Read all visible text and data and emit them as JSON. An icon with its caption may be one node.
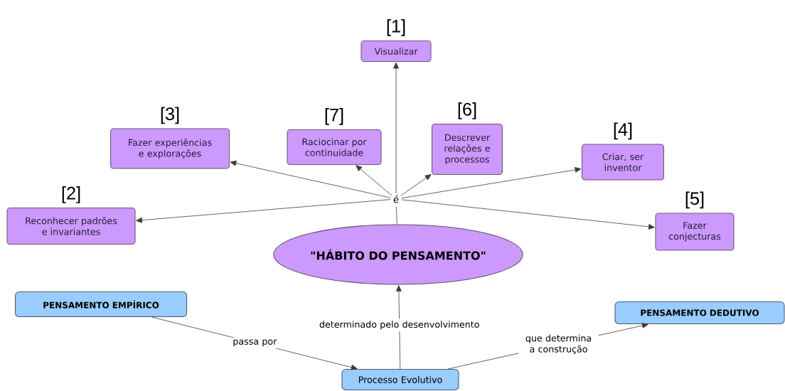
{
  "diagram": {
    "nodes": [
      {
        "text": [
          "Visualizar"
        ],
        "beside": [
          "[1]"
        ]
      },
      {
        "text": [
          "Fazer experiências e explorações"
        ],
        "beside": [
          "[3]"
        ]
      },
      {
        "text": [
          "Raciocinar por continuidade"
        ],
        "beside": [
          "[7]"
        ]
      },
      {
        "text": [
          "Descrever relações e processos"
        ],
        "beside": [
          "[6]"
        ]
      },
      {
        "text": [
          "Criar, ser inventor"
        ],
        "beside": [
          "[4]"
        ]
      },
      {
        "text": [
          "Reconhecer padrões e invariantes"
        ],
        "beside": [
          "[2]"
        ]
      },
      {
        "text": [
          "Fazer conjecturas"
        ],
        "beside": [
          "[5]"
        ]
      },
      {
        "text": [
          "é"
        ]
      },
      {
        "text": [
          "\"HÁBITO DO PENSAMENTO\""
        ]
      },
      {
        "text": [
          "PENSAMENTO EMPÍRICO"
        ]
      },
      {
        "text": [
          "PENSAMENTO DEDUTIVO"
        ]
      },
      {
        "text": [
          "Processo Evolutivo"
        ]
      }
    ],
    "edges": [
      {
        "from": 8,
        "to": 7,
        "arrow": "none"
      },
      {
        "from": 7,
        "to": 0,
        "arrow": "to"
      },
      {
        "from": 7,
        "to": 1,
        "arrow": "to"
      },
      {
        "from": 7,
        "to": 2,
        "arrow": "to"
      },
      {
        "from": 7,
        "to": 3,
        "arrow": "to"
      },
      {
        "from": 7,
        "to": 4,
        "arrow": "to"
      },
      {
        "from": 7,
        "to": 5,
        "arrow": "to"
      },
      {
        "from": 7,
        "to": 6,
        "arrow": "to"
      },
      {
        "from": 9,
        "to": 11,
        "arrow": "to",
        "label": "passa por"
      },
      {
        "from": 11,
        "to": 8,
        "arrow": "to",
        "label": "determinado pelo desenvolvimento"
      },
      {
        "from": 11,
        "to": 10,
        "arrow": "to",
        "label": "que determina a construção"
      }
    ]
  }
}
